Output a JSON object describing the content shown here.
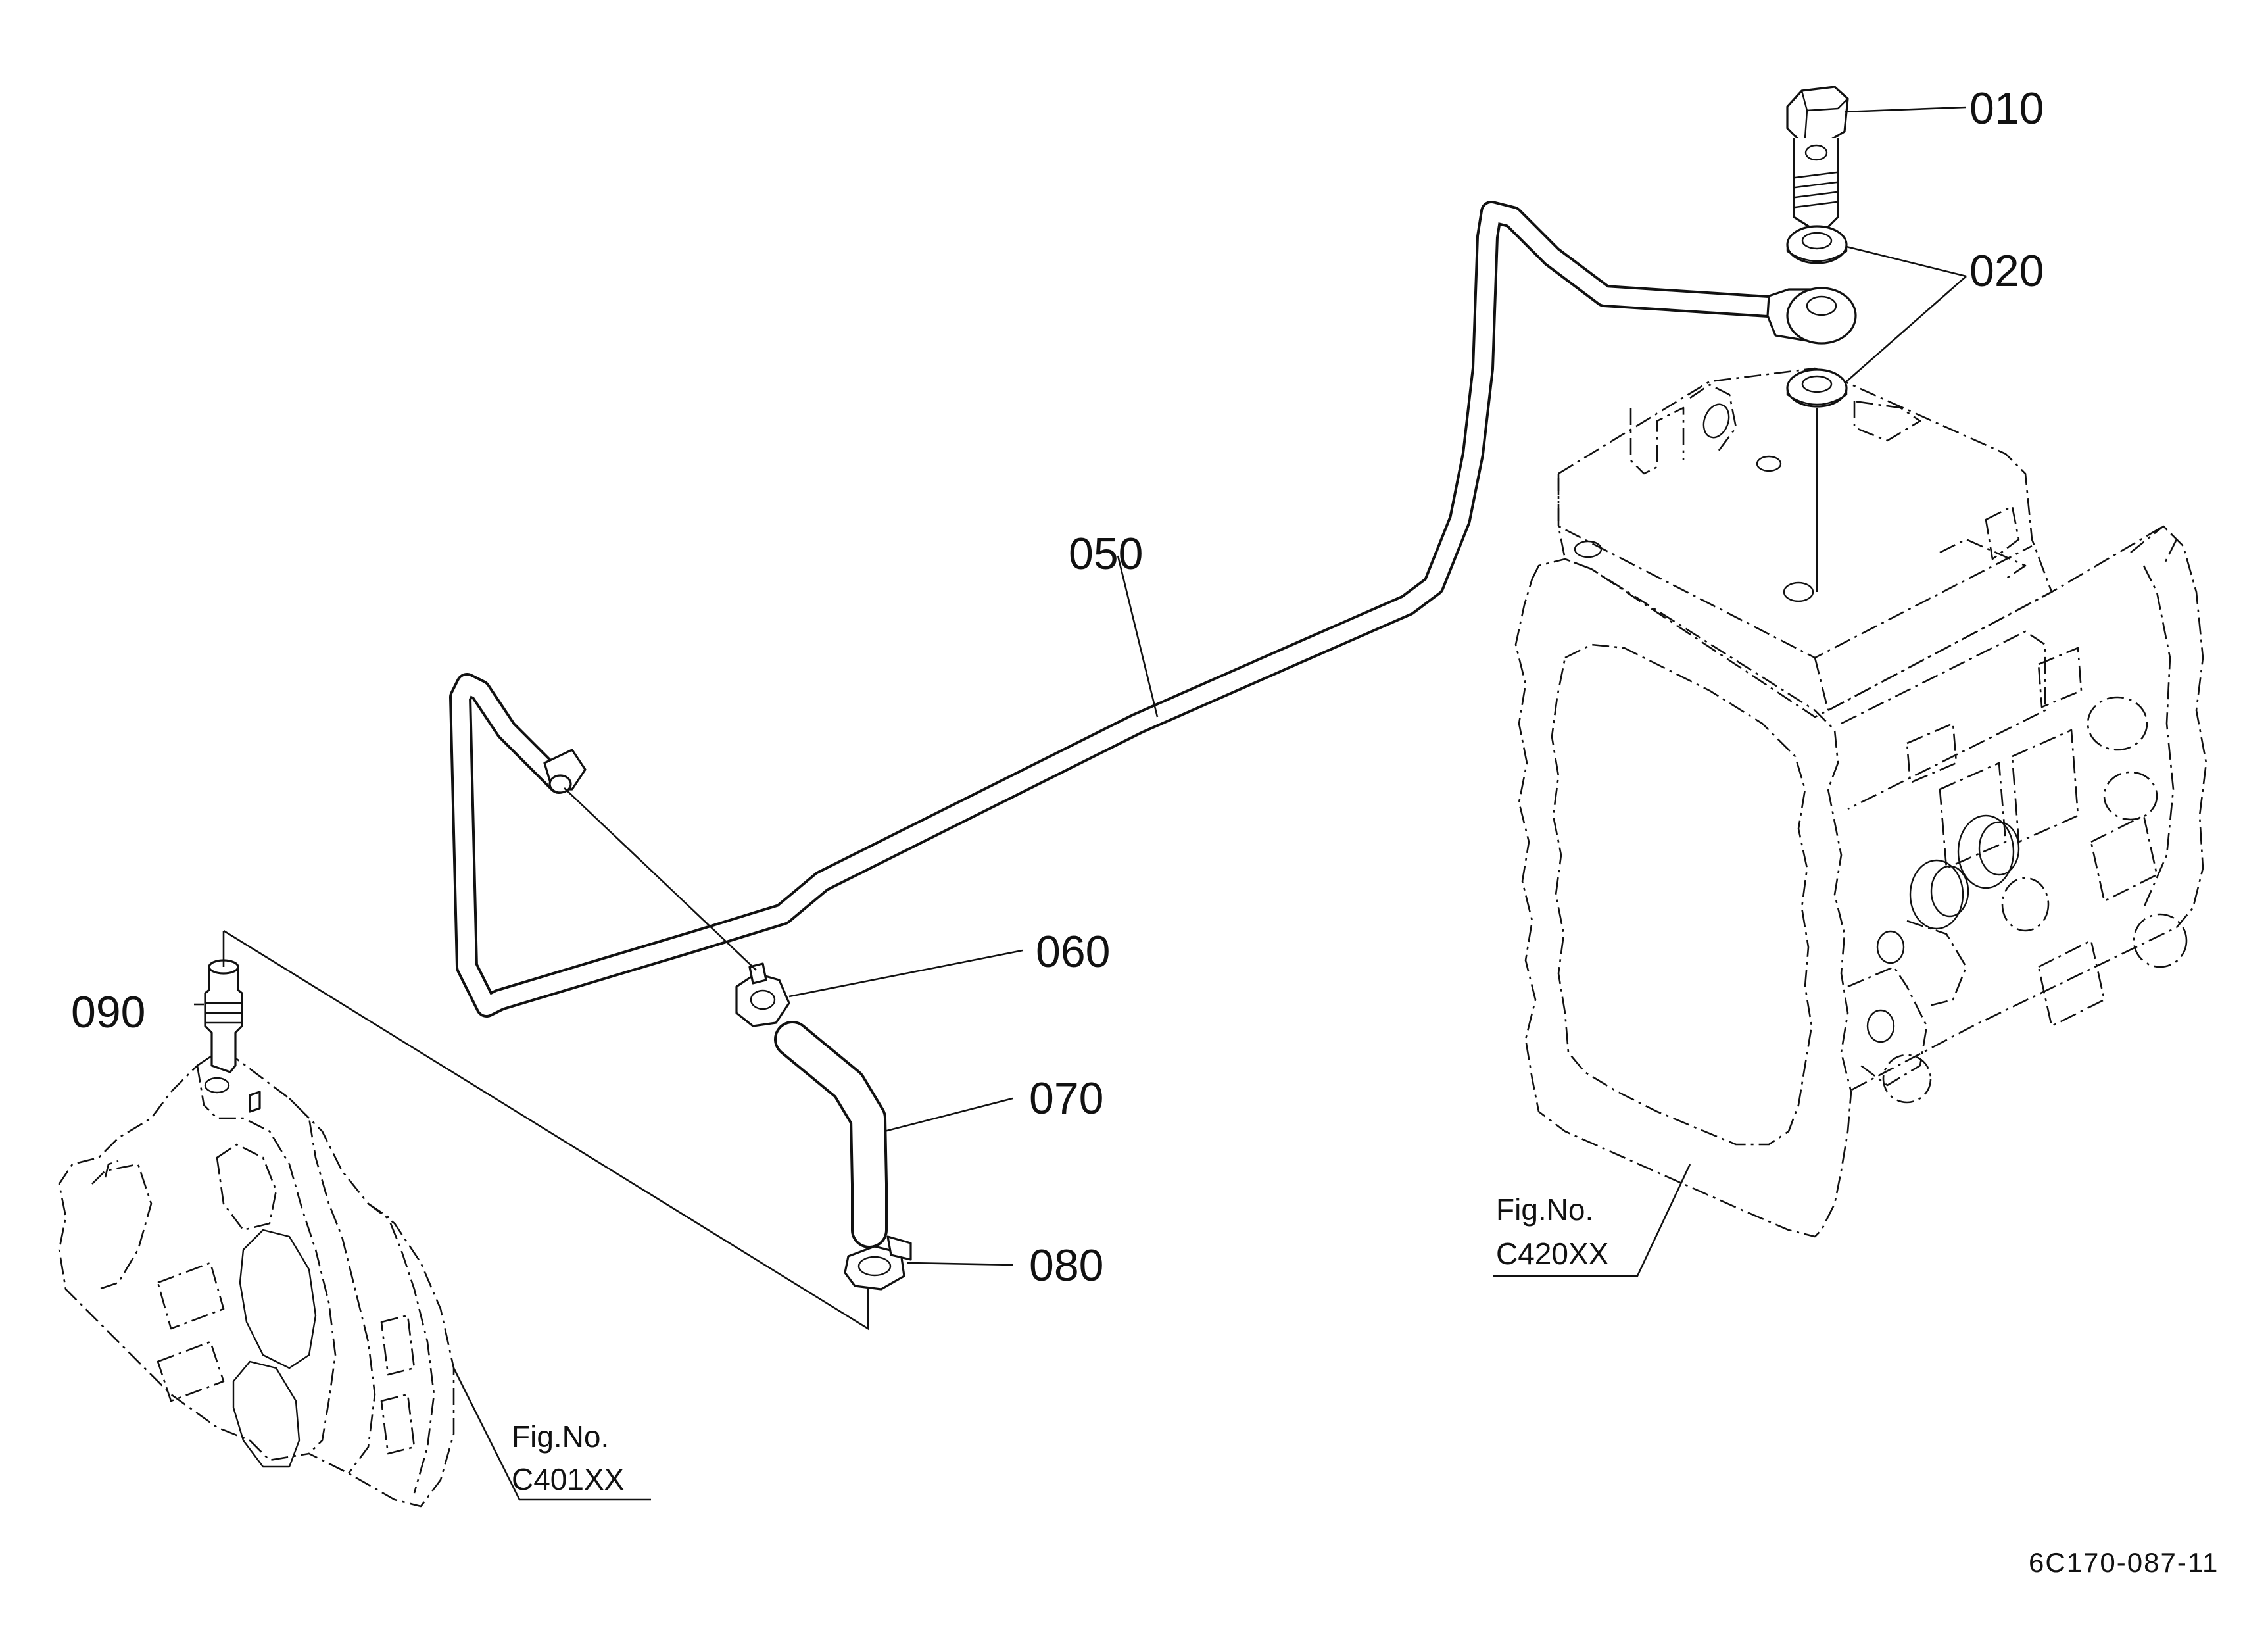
{
  "callouts": {
    "p010": "010",
    "p020": "020",
    "p050": "050",
    "p060": "060",
    "p070": "070",
    "p080": "080",
    "p090": "090"
  },
  "figure_refs": {
    "left": {
      "label": "Fig.No.",
      "code": "C401XX"
    },
    "right": {
      "label": "Fig.No.",
      "code": "C420XX"
    }
  },
  "drawing_code": "6C170-087-11"
}
